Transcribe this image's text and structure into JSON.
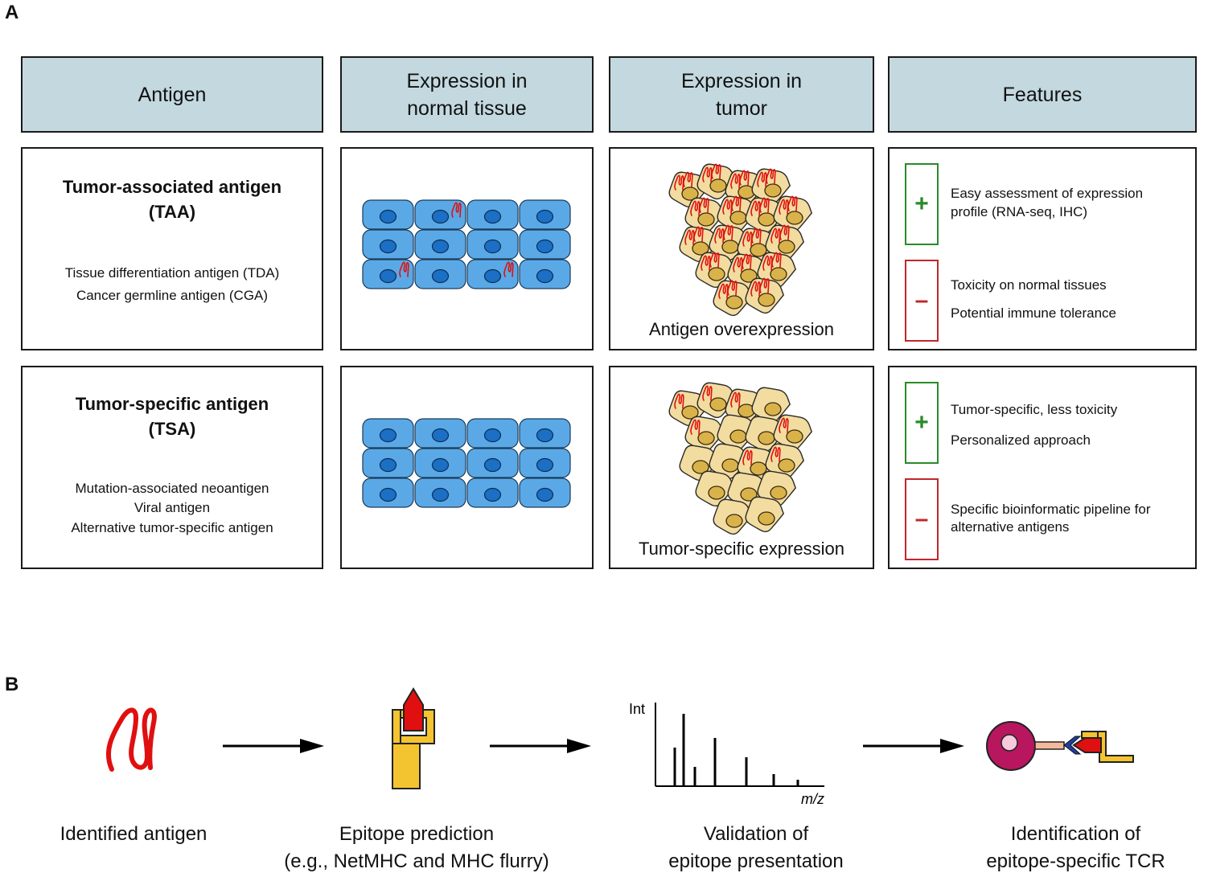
{
  "panel_a": {
    "letter": "A",
    "headers": {
      "antigen": "Antigen",
      "normal": "Expression in\nnormal tissue",
      "tumor": "Expression in\ntumor",
      "features": "Features"
    },
    "rows": [
      {
        "title_line1": "Tumor-associated antigen",
        "title_line2": "(TAA)",
        "types": [
          "Tissue differentiation antigen (TDA)",
          "Cancer germline antigen (CGA)"
        ],
        "tumor_caption": "Antigen overexpression",
        "plus": "+",
        "pros": [
          "Easy assessment of expression",
          "profile (RNA-seq, IHC)"
        ],
        "minus": "–",
        "cons": [
          "Toxicity on normal tissues",
          "Potential immune tolerance"
        ]
      },
      {
        "title_line1": "Tumor-specific antigen",
        "title_line2": "(TSA)",
        "types": [
          "Mutation-associated neoantigen",
          "Viral antigen",
          "Alternative tumor-specific antigen"
        ],
        "tumor_caption": "Tumor-specific expression",
        "plus": "+",
        "pros": [
          "Tumor-specific, less toxicity",
          "Personalized approach"
        ],
        "minus": "–",
        "cons": [
          "Specific bioinformatic pipeline for",
          "alternative antigens"
        ]
      }
    ]
  },
  "panel_b": {
    "letter": "B",
    "steps": [
      {
        "label": "Identified antigen",
        "icon": "antigen-squiggle-icon"
      },
      {
        "label": "Epitope prediction\n(e.g., NetMHC and MHC flurry)",
        "icon": "mhc-epitope-icon"
      },
      {
        "label": "Validation of\nepitope presentation",
        "icon": "mass-spectrum-icon"
      },
      {
        "label": "Identification of\nepitope-specific TCR",
        "icon": "tcell-tcr-icon"
      }
    ],
    "spectrum": {
      "y_axis": "Int",
      "x_axis": "m/z"
    }
  },
  "colors": {
    "header_fill": "#c3d9df",
    "normal_cell": "#5aa9e6",
    "tumor_cell": "#f2dca0",
    "antigen": "#e01010",
    "plus": "#2a8a2a",
    "minus": "#c0282a",
    "mhc": "#f4c430",
    "tcell": "#b8165e"
  }
}
